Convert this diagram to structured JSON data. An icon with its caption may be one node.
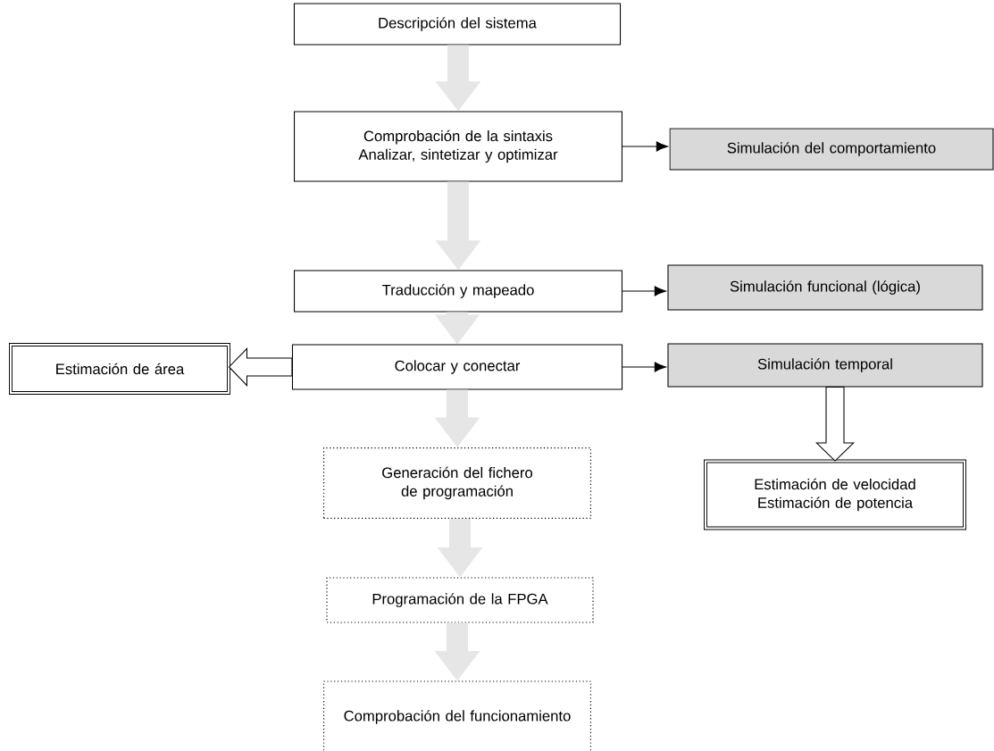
{
  "diagram": {
    "nodes": [
      {
        "text": [
          "Descripción del sistema"
        ]
      },
      {
        "text": [
          "Comprobación de la sintaxis",
          "Analizar, sintetizar y optimizar"
        ]
      },
      {
        "text": [
          "Simulación del comportamiento"
        ]
      },
      {
        "text": [
          "Traducción y mapeado"
        ]
      },
      {
        "text": [
          "Simulación funcional (lógica)"
        ]
      },
      {
        "text": [
          "Estimación de área"
        ]
      },
      {
        "text": [
          "Colocar y conectar"
        ]
      },
      {
        "text": [
          "Simulación temporal"
        ]
      },
      {
        "text": [
          "Generación del fichero de programación"
        ]
      },
      {
        "text": [
          "Estimación de velocidad",
          "Estimación de potencia"
        ]
      },
      {
        "text": [
          "Programación de la FPGA"
        ]
      },
      {
        "text": [
          "Comprobación del funcionamiento"
        ]
      }
    ],
    "edges": [
      {
        "from": 0,
        "to": 1,
        "arrow": "to",
        "style": "thick",
        "color": "#e6e6e6"
      },
      {
        "from": 1,
        "to": 2,
        "arrow": "to"
      },
      {
        "from": 1,
        "to": 3,
        "arrow": "to",
        "style": "thick",
        "color": "#e6e6e6"
      },
      {
        "from": 3,
        "to": 4,
        "arrow": "to"
      },
      {
        "from": 3,
        "to": 6,
        "arrow": "to",
        "style": "thick",
        "color": "#e6e6e6"
      },
      {
        "from": 6,
        "to": 5,
        "arrow": "to",
        "style": "thick"
      },
      {
        "from": 6,
        "to": 7,
        "arrow": "to"
      },
      {
        "from": 7,
        "to": 9,
        "arrow": "to",
        "style": "thick"
      },
      {
        "from": 6,
        "to": 8,
        "arrow": "to",
        "style": "thick",
        "color": "#e6e6e6"
      },
      {
        "from": 8,
        "to": 10,
        "arrow": "to",
        "style": "thick",
        "color": "#e6e6e6"
      },
      {
        "from": 10,
        "to": 11,
        "arrow": "to",
        "style": "thick",
        "color": "#e6e6e6"
      }
    ]
  }
}
